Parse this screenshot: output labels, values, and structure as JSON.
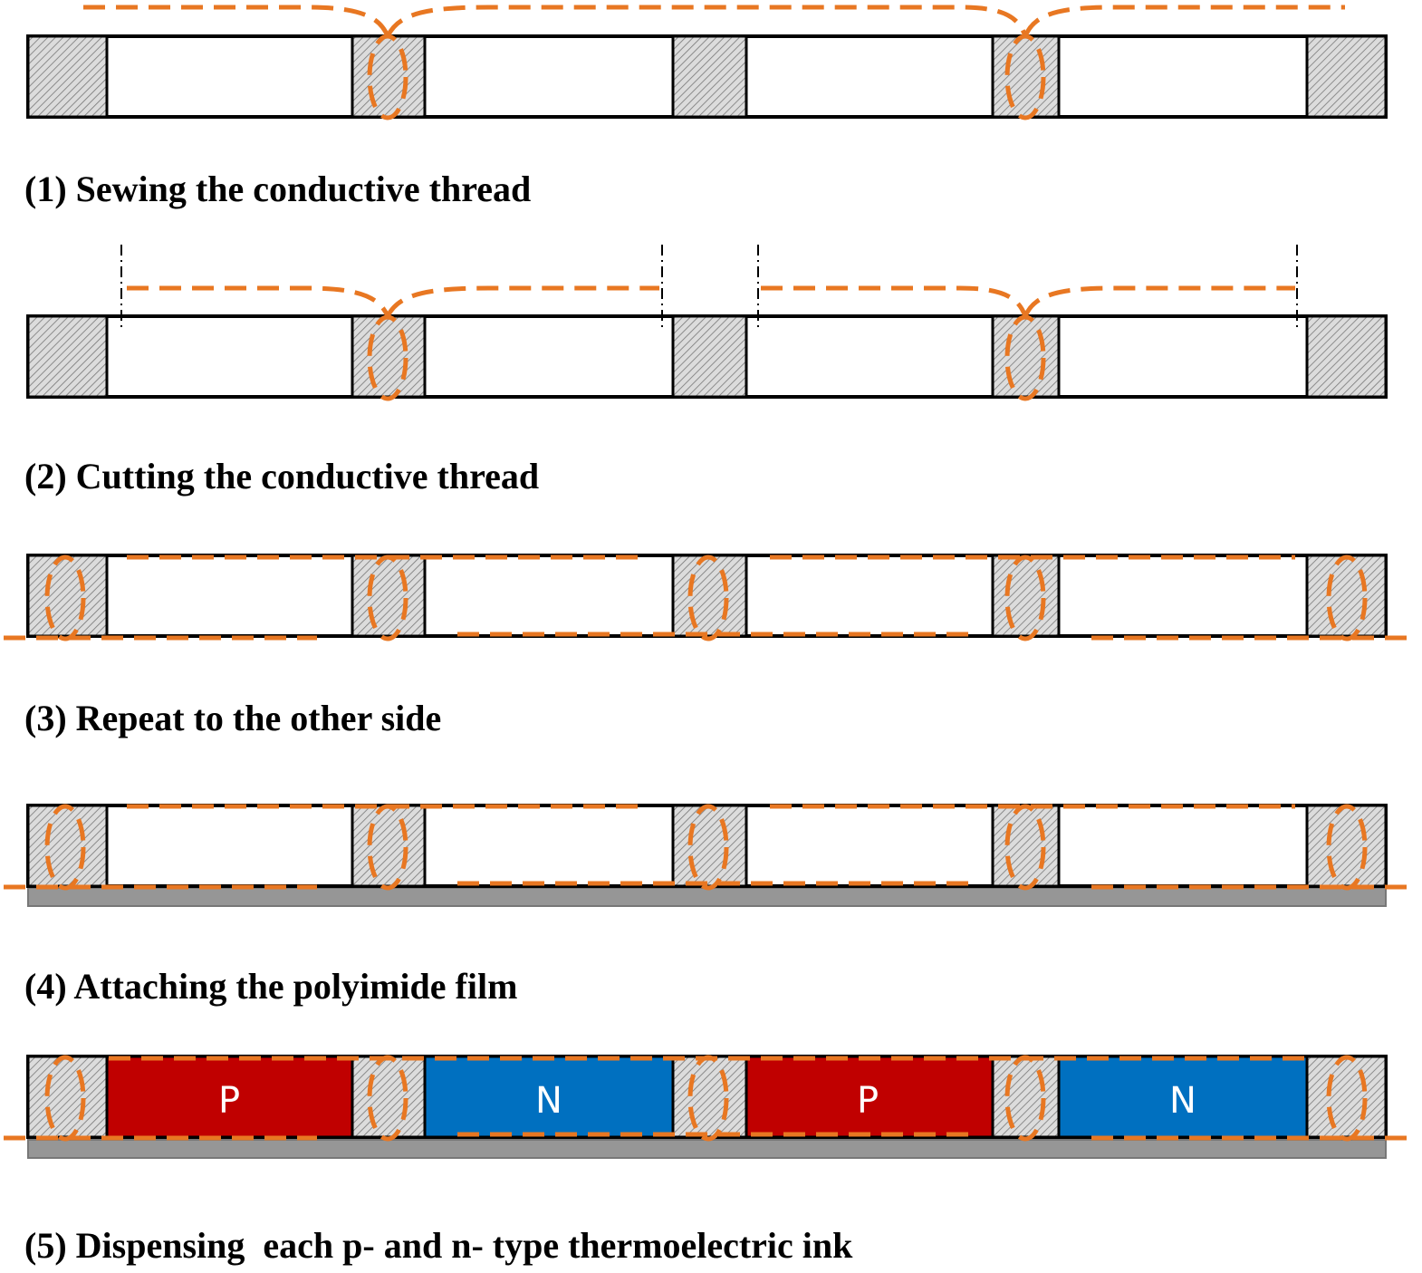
{
  "steps": [
    {
      "caption": "(1) Sewing the conductive thread"
    },
    {
      "caption": "(2) Cutting the conductive thread"
    },
    {
      "caption": "(3) Repeat to the other side"
    },
    {
      "caption": "(4) Attaching the polyimide film"
    },
    {
      "caption": "(5) Dispensing  each p- and n- type thermoelectric ink"
    }
  ],
  "ink_labels": [
    "P",
    "N",
    "P",
    "N"
  ],
  "colors": {
    "thread": "#E87722",
    "p_type": "#C00000",
    "n_type": "#0070C0",
    "polyimide_film": "#969696",
    "hatch_fill": "#d9d9d9",
    "outline": "#000000"
  }
}
